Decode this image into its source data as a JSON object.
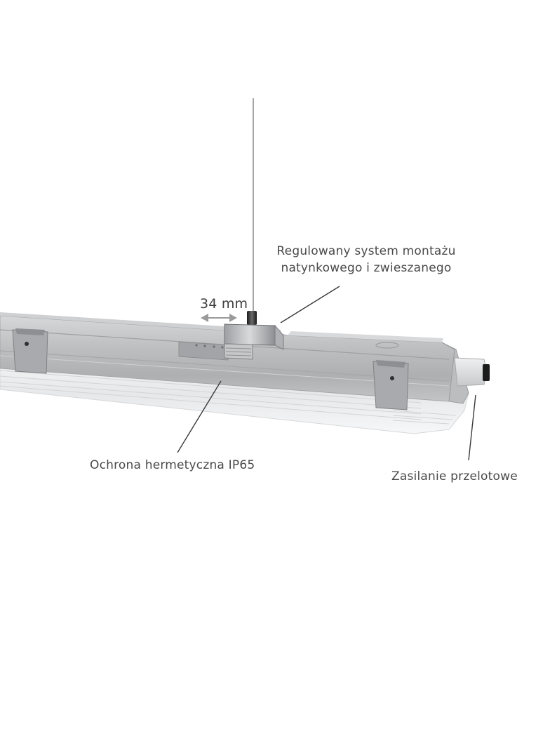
{
  "figure": {
    "subject": "Hermetic linear luminaire with suspension kit",
    "colors": {
      "background": "#ffffff",
      "housing": "#b9babc",
      "housing_light": "#d3d4d6",
      "housing_dark": "#8e9093",
      "diffuser": "#eef0f2",
      "callout_line": "#3a3a3a",
      "label_text": "#4a4a4a",
      "dimension_arrow": "#9a9a9a"
    }
  },
  "annotations": {
    "mounting": {
      "line1": "Regulowany system montażu",
      "line2": "natynkowego i zwieszanego"
    },
    "dimension": {
      "value": "34 mm"
    },
    "ip_rating": {
      "text": "Ochrona hermetyczna IP65"
    },
    "power": {
      "text": "Zasilanie przelotowe"
    }
  }
}
